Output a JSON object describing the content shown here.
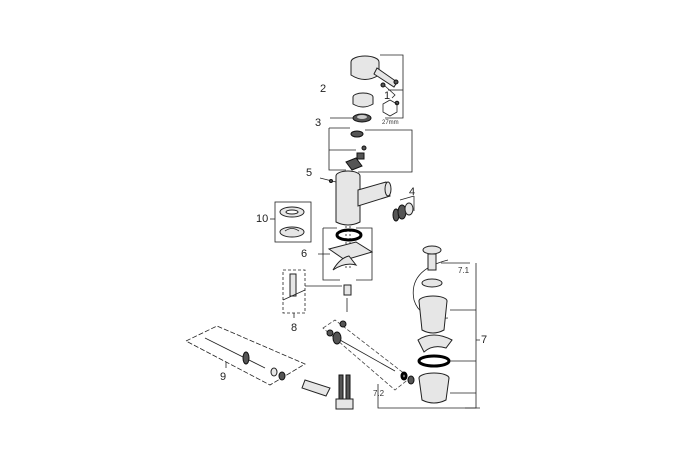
{
  "labels": {
    "p1": "1",
    "p2": "2",
    "p3": "3",
    "p4": "4",
    "p5": "5",
    "p6": "6",
    "p7": "7",
    "p7_1": "7.1",
    "p7_2": "7.2",
    "p8": "8",
    "p9": "9",
    "p10": "10",
    "hex": "27mm"
  }
}
